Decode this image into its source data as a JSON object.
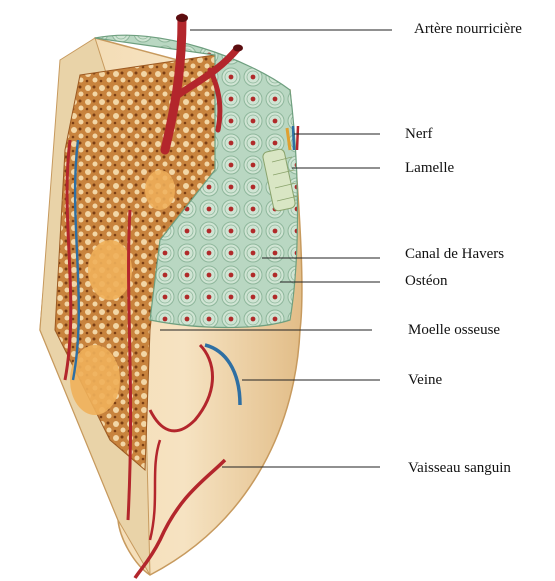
{
  "diagram": {
    "labels": [
      {
        "id": "artere",
        "text": "Artère nourricière"
      },
      {
        "id": "nerf",
        "text": "Nerf"
      },
      {
        "id": "lamelle",
        "text": "Lamelle"
      },
      {
        "id": "canal",
        "text": "Canal de Havers"
      },
      {
        "id": "osteon",
        "text": "Ostéon"
      },
      {
        "id": "moelle",
        "text": "Moelle osseuse"
      },
      {
        "id": "veine",
        "text": "Veine"
      },
      {
        "id": "vaisseau",
        "text": "Vaisseau sanguin"
      }
    ]
  }
}
